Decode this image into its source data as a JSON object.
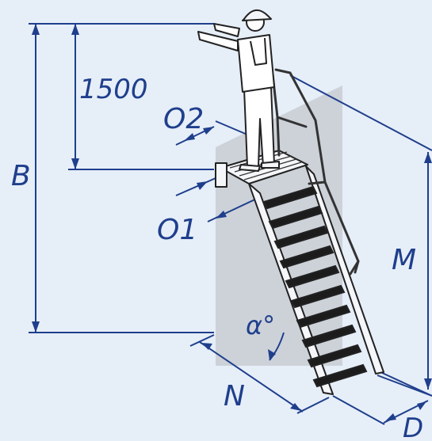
{
  "labels": {
    "b": "B",
    "height_1500": "1500",
    "o2": "O2",
    "o1": "O1",
    "m": "M",
    "alpha": "α°",
    "n": "N",
    "d": "D"
  },
  "colors": {
    "background": "#e6eef8",
    "dimension": "#1f3f8c",
    "outline": "#222222",
    "wall": "#c4c8cf"
  }
}
